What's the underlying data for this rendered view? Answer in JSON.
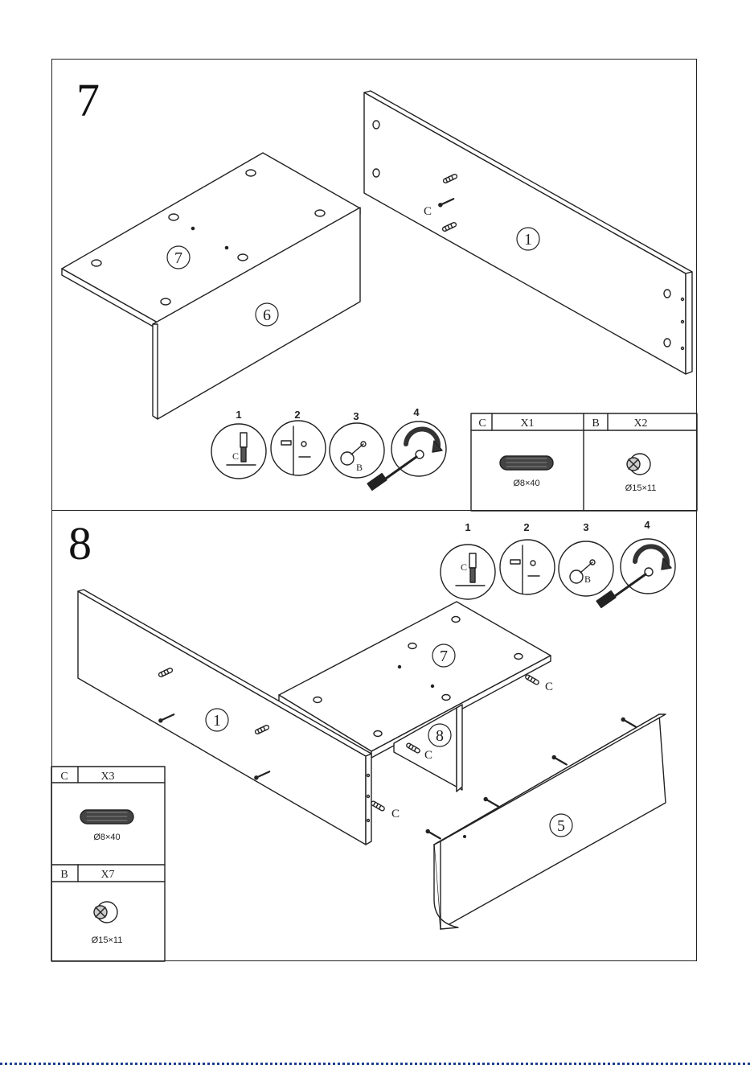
{
  "steps": [
    {
      "number": "7",
      "parts": [
        {
          "label": "7"
        },
        {
          "label": "6"
        },
        {
          "label": "1"
        }
      ],
      "fastener_labels": {
        "dowel": "C",
        "cam": "B"
      },
      "procedure": [
        "1",
        "2",
        "3",
        "4"
      ],
      "hardware": [
        {
          "code": "C",
          "qty": "X1",
          "size": "Ø8×40",
          "icon": "dowel-icon"
        },
        {
          "code": "B",
          "qty": "X2",
          "size": "Ø15×11",
          "icon": "cam-lock-icon"
        }
      ]
    },
    {
      "number": "8",
      "parts": [
        {
          "label": "7"
        },
        {
          "label": "1"
        },
        {
          "label": "8"
        },
        {
          "label": "5"
        }
      ],
      "fastener_labels": {
        "dowel": "C",
        "cam": "B"
      },
      "procedure": [
        "1",
        "2",
        "3",
        "4"
      ],
      "hardware": [
        {
          "code": "C",
          "qty": "X3",
          "size": "Ø8×40",
          "icon": "dowel-icon"
        },
        {
          "code": "B",
          "qty": "X7",
          "size": "Ø15×11",
          "icon": "cam-lock-icon"
        }
      ]
    }
  ]
}
